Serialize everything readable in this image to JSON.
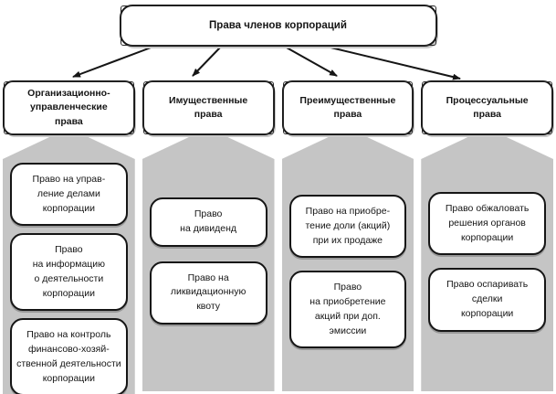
{
  "diagram": {
    "root_label": "Права членов корпораций",
    "branches": [
      {
        "label": "Организационно-\nуправленческие\nправа",
        "items": [
          "Право на управ-\nление делами\nкорпорации",
          "Право\nна информацию\nо деятельности\nкорпорации",
          "Право на контроль\nфинансово-хозяй-\nственной деятельности\nкорпорации"
        ]
      },
      {
        "label": "Имущественные\nправа",
        "items": [
          "Право\nна дивиденд",
          "Право на\nликвидационную\nквоту"
        ]
      },
      {
        "label": "Преимущественные\nправа",
        "items": [
          "Право на приобре-\nтение доли (акций)\nпри их продаже",
          "Право\nна приобретение\nакций при доп.\nэмиссии"
        ]
      },
      {
        "label": "Процессуальные\nправа",
        "items": [
          "Право обжаловать\nрешения органов\nкорпорации",
          "Право оспаривать\nсделки\nкорпорации"
        ]
      }
    ],
    "colors": {
      "column_fill": "#c5c5c5",
      "box_border": "#151515",
      "box_fill": "#ffffff"
    }
  }
}
